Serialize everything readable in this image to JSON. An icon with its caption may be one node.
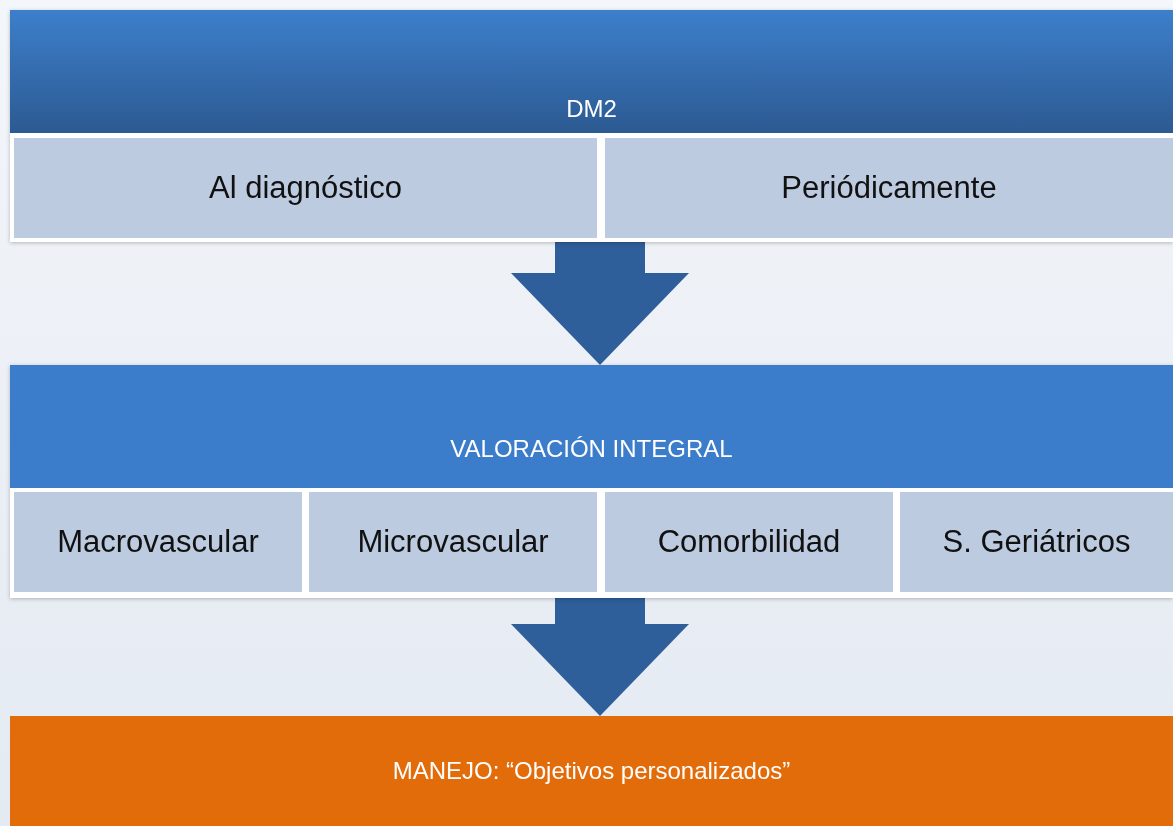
{
  "diagram": {
    "nodes": [
      {
        "text": [
          "DM2"
        ]
      },
      {
        "text": [
          "Al diagnóstico"
        ],
        "in": 0
      },
      {
        "text": [
          "Periódicamente"
        ],
        "in": 0
      },
      {
        "text": [
          "VALORACIÓN INTEGRAL"
        ]
      },
      {
        "text": [
          "Macrovascular"
        ],
        "in": 3
      },
      {
        "text": [
          "Microvascular"
        ],
        "in": 3
      },
      {
        "text": [
          "Comorbilidad"
        ],
        "in": 3
      },
      {
        "text": [
          "S. Geriátricos"
        ],
        "in": 3
      },
      {
        "text": [
          "MANEJO: “Objetivos personalizados”"
        ]
      }
    ],
    "edges": [
      {
        "from": 0,
        "to": 3,
        "arrow": "to"
      },
      {
        "from": 3,
        "to": 8,
        "arrow": "to"
      }
    ]
  }
}
